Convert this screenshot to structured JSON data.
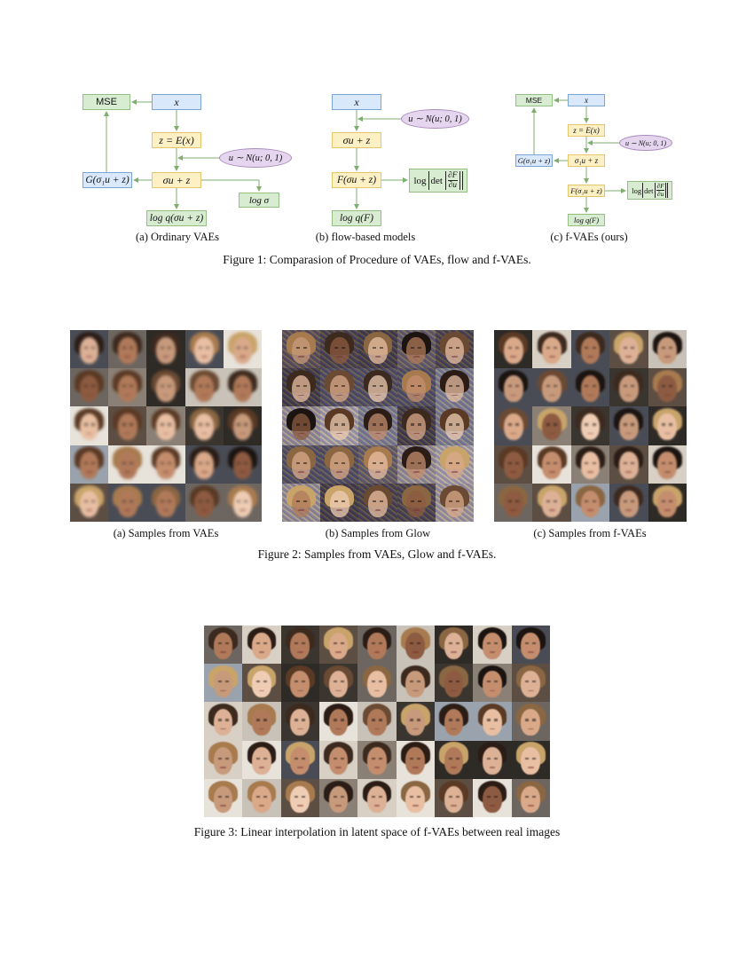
{
  "figure1": {
    "caption": "Figure 1: Comparasion of Procedure of VAEs, flow and f-VAEs.",
    "panel_a": {
      "subcaption": "(a)  Ordinary VAEs",
      "mse": "MSE",
      "x": "x",
      "z_eq": "z = E(x)",
      "noise": "u ∼ N(u; 0, 1)",
      "sigma_u_z": "σu + z",
      "g": "G(σ₁u + z)",
      "log_sigma": "log σ",
      "log_q": "log q(σu + z)"
    },
    "panel_b": {
      "subcaption": "(b)  flow-based models",
      "x": "x",
      "noise": "u ∼ N(u; 0, 1)",
      "sigma_u_z": "σu + z",
      "f": "F(σu + z)",
      "logdet_prefix": "log",
      "logdet_det": "det",
      "logdet_num": "∂F",
      "logdet_den": "∂u",
      "log_q": "log q(F)"
    },
    "panel_c": {
      "subcaption": "(c)  f-VAEs (ours)",
      "mse": "MSE",
      "x": "x",
      "z_eq": "z = E(x)",
      "noise": "u ∼ N(u; 0, 1)",
      "g": "G(σ₁u + z)",
      "sigma1_u_z": "σ₁u + z",
      "f": "F(σ₁u + z)",
      "logdet_prefix": "log",
      "logdet_det": "det",
      "logdet_num": "∂F",
      "logdet_den": "∂u",
      "log_q": "log q(F)"
    }
  },
  "figure2": {
    "caption": "Figure 2: Samples from VAEs, Glow and f-VAEs.",
    "panel_a": {
      "subcaption": "(a)  Samples from VAEs"
    },
    "panel_b": {
      "subcaption": "(b)  Samples from Glow"
    },
    "panel_c": {
      "subcaption": "(c)  Samples from f-VAEs"
    }
  },
  "figure3": {
    "caption": "Figure 3: Linear interpolation in latent space of f-VAEs between real images"
  }
}
